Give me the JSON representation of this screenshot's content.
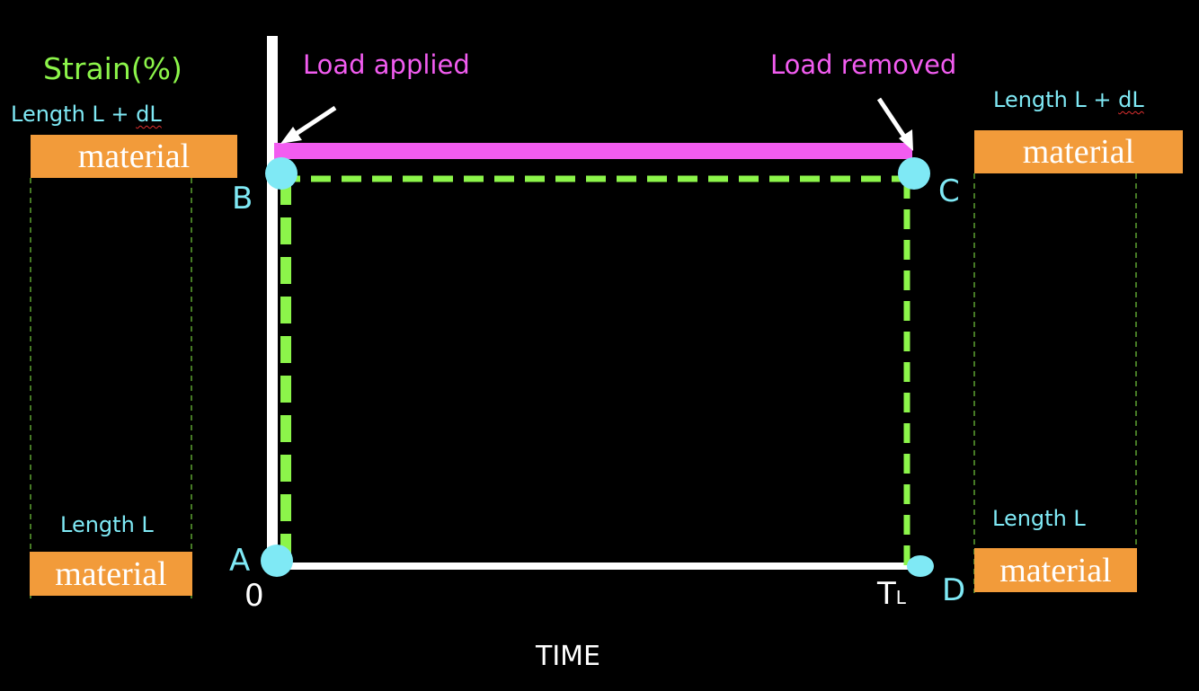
{
  "y_axis_label": "Strain(%)",
  "x_axis_label": "TIME",
  "origin_label": "0",
  "time_label": {
    "main": "T",
    "sub": "L"
  },
  "annotations": {
    "load_applied": "Load applied",
    "load_removed": "Load removed"
  },
  "points": {
    "a": "A",
    "b": "B",
    "c": "C",
    "d": "D"
  },
  "left_material": {
    "top_length": {
      "prefix": "Length L + ",
      "marked": "dL"
    },
    "top_box": "material",
    "bottom_length": "Length L",
    "bottom_box": "material"
  },
  "right_material": {
    "top_length": {
      "prefix": "Length L + ",
      "marked": "dL"
    },
    "top_box": "material",
    "bottom_length": "Length L",
    "bottom_box": "material"
  },
  "colors": {
    "axis": "#ffffff",
    "load_bar": "#f25cf0",
    "strain_path": "#8cf54a",
    "point_marker": "#7fe9f5",
    "material_box": "#f29b3a",
    "background": "#000000"
  }
}
